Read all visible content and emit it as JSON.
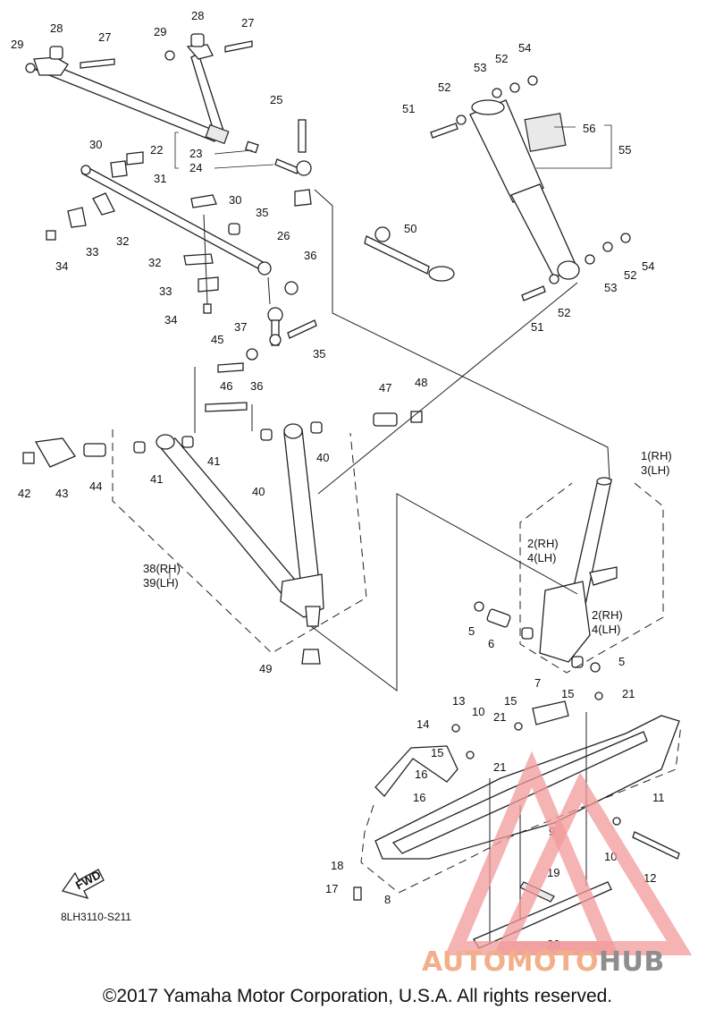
{
  "labels": {
    "l1": "1(RH)",
    "l3": "3(LH)",
    "l2a": "2(RH)",
    "l4a": "4(LH)",
    "l2b": "2(RH)",
    "l4b": "4(LH)",
    "l5a": "5",
    "l5b": "5",
    "l6": "6",
    "l7": "7",
    "l8": "8",
    "l9": "9",
    "l10a": "10",
    "l10b": "10",
    "l11": "11",
    "l12": "12",
    "l13": "13",
    "l14": "14",
    "l15a": "15",
    "l15b": "15",
    "l15c": "15",
    "l16a": "16",
    "l16b": "16",
    "l17": "17",
    "l18": "18",
    "l19": "19",
    "l20": "20",
    "l21a": "21",
    "l21b": "21",
    "l21c": "21",
    "l22": "22",
    "l23": "23",
    "l24": "24",
    "l25": "25",
    "l26": "26",
    "l27a": "27",
    "l27b": "27",
    "l28a": "28",
    "l28b": "28",
    "l29a": "29",
    "l29b": "29",
    "l30a": "30",
    "l30b": "30",
    "l31": "31",
    "l32a": "32",
    "l32b": "32",
    "l33a": "33",
    "l33b": "33",
    "l34a": "34",
    "l34b": "34",
    "l35a": "35",
    "l35b": "35",
    "l36a": "36",
    "l36b": "36",
    "l37": "37",
    "l38": "38(RH)",
    "l39": "39(LH)",
    "l40a": "40",
    "l40b": "40",
    "l41a": "41",
    "l41b": "41",
    "l42": "42",
    "l43": "43",
    "l44": "44",
    "l45": "45",
    "l46": "46",
    "l47": "47",
    "l48": "48",
    "l49": "49",
    "l50": "50",
    "l51a": "51",
    "l51b": "51",
    "l52a": "52",
    "l52b": "52",
    "l52c": "52",
    "l52d": "52",
    "l53a": "53",
    "l53b": "53",
    "l54a": "54",
    "l54b": "54",
    "l55": "55",
    "l56": "56"
  },
  "fwd_label": "FWD",
  "diagram_code": "8LH3110-S211",
  "copyright": "©2017 Yamaha Motor Corporation, U.S.A. All rights reserved.",
  "watermark": {
    "part1": "AUTOMOTO",
    "part2": "HUB",
    "color_main": "#f29a9a",
    "color_text": "#f2b08a",
    "color_hub": "#8e8e8e"
  }
}
